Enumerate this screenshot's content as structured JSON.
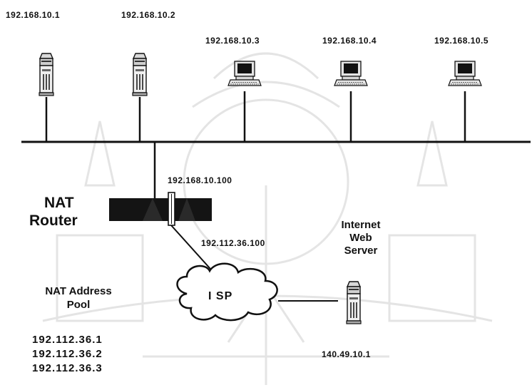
{
  "hosts": [
    {
      "ip": "192.168.10.1",
      "type": "server"
    },
    {
      "ip": "192.168.10.2",
      "type": "server"
    },
    {
      "ip": "192.168.10.3",
      "type": "workstation"
    },
    {
      "ip": "192.168.10.4",
      "type": "workstation"
    },
    {
      "ip": "192.168.10.5",
      "type": "workstation"
    }
  ],
  "router": {
    "label_line1": "NAT",
    "label_line2": "Router",
    "inside_ip": "192.168.10.100",
    "outside_ip": "192.112.36.100"
  },
  "isp": {
    "label": "I SP"
  },
  "web_server": {
    "label_line1": "Internet",
    "label_line2": "Web",
    "label_line3": "Server",
    "ip": "140.49.10.1"
  },
  "address_pool": {
    "title_line1": "NAT Address",
    "title_line2": "Pool",
    "addresses": [
      "192.112.36.1",
      "192.112.36.2",
      "192.112.36.3"
    ]
  }
}
